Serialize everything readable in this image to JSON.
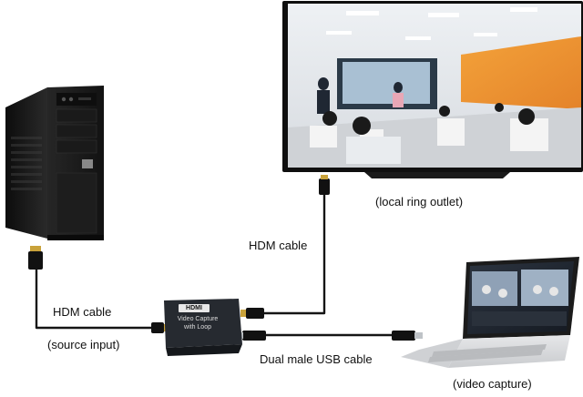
{
  "labels": {
    "source_cable": "HDM cable",
    "source_input": "(source input)",
    "output_cable": "HDM cable",
    "usb_cable": "Dual male USB cable",
    "local_outlet": "(local ring outlet)",
    "video_capture": "(video capture)"
  },
  "device": {
    "logo": "HDMI",
    "line1": "Video  Capture",
    "line2": "with Loop"
  },
  "colors": {
    "tower": "#1b1b1b",
    "cable": "#151515",
    "connector_gold": "#c9a23a",
    "tv_frame": "#101010",
    "laptop_body": "#d9dadc"
  }
}
